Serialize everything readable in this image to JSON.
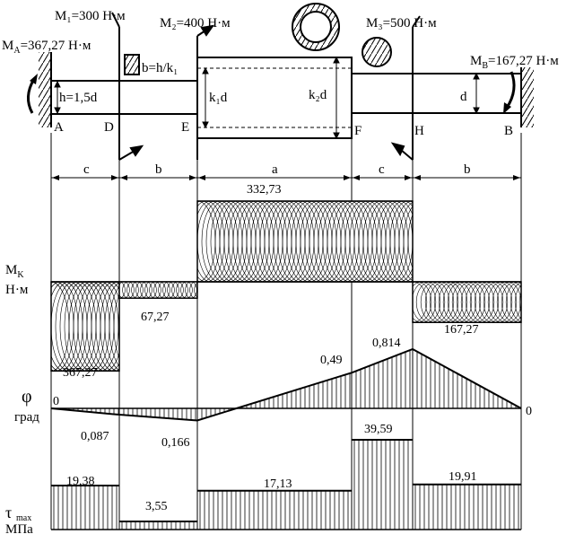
{
  "moments": {
    "m1": "M₁=300 Н·м",
    "m2": "M₂=400 Н·м",
    "m3": "M₃=500 Н·м",
    "ma": "M_A=367,27 Н·м",
    "mb": "M_B=167,27 Н·м"
  },
  "points": [
    "A",
    "D",
    "E",
    "F",
    "H",
    "B"
  ],
  "shaft_labels": {
    "h": "h=1,5d",
    "b_eq": "b=h/k₁",
    "k1d": "k₁d",
    "k2d": "k₂d",
    "d": "d"
  },
  "segments": [
    "c",
    "b",
    "a",
    "c",
    "b"
  ],
  "diagrams": {
    "torque": {
      "axis_label": "M_K",
      "unit": "Н·м",
      "labels": [
        "367,27",
        "67,27",
        "332,73",
        "332,73",
        "167,27"
      ],
      "values": [
        -367.27,
        -67.27,
        332.73,
        332.73,
        -167.27
      ]
    },
    "angle": {
      "axis_label": "φ",
      "unit": "град",
      "points": [
        {
          "label": "0",
          "value": 0
        },
        {
          "label": "0,087",
          "value": -0.087
        },
        {
          "label": "0,166",
          "value": -0.166
        },
        {
          "label": "0,49",
          "value": 0.49
        },
        {
          "label": "0,814",
          "value": 0.814
        },
        {
          "label": "0",
          "value": 0
        }
      ]
    },
    "stress": {
      "axis_label": "τ_max",
      "unit": "МПа",
      "labels": [
        "19,38",
        "3,55",
        "17,13",
        "39,59",
        "19,91"
      ],
      "values": [
        19.38,
        3.55,
        17.13,
        39.59,
        19.91
      ]
    }
  }
}
